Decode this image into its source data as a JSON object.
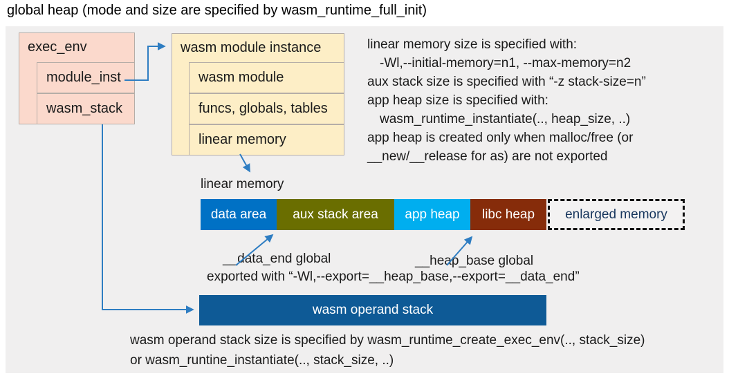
{
  "title": "global heap (mode and size are specified by wasm_runtime_full_init)",
  "exec_env": {
    "header": "exec_env",
    "rows": [
      "module_inst",
      "wasm_stack"
    ]
  },
  "module_instance": {
    "header": "wasm module instance",
    "rows": [
      "wasm module",
      "funcs, globals, tables",
      "linear memory"
    ]
  },
  "info_lines": [
    "linear memory size is specified with:",
    "-Wl,--initial-memory=n1, --max-memory=n2",
    "aux stack size is specified with “-z stack-size=n”",
    "app heap size is specified with:",
    "wasm_runtime_instantiate(.., heap_size, ..)",
    "app heap is created only when malloc/free (or",
    "__new/__release for as) are not exported"
  ],
  "linear_memory": {
    "label": "linear memory",
    "segments": [
      {
        "label": "data area",
        "color": "#0071c5"
      },
      {
        "label": "aux stack area",
        "color": "#6a6e00"
      },
      {
        "label": "app heap",
        "color": "#00aeef"
      },
      {
        "label": "libc heap",
        "color": "#862c0a"
      },
      {
        "label": "enlarged memory",
        "color": "#f3f2f2",
        "text_color": "#17365d",
        "border_style": "dashed"
      }
    ],
    "data_end_label": "__data_end global",
    "heap_base_label": "__heap_base global",
    "export_note": "exported with “-Wl,--export=__heap_base,--export=__data_end”"
  },
  "operand_stack": {
    "label": "wasm operand stack",
    "color": "#0e5a96"
  },
  "footer_lines": [
    "wasm operand stack size is specified by wasm_runtime_create_exec_env(.., stack_size)",
    "or wasm_runtine_instantiate(.., stack_size, ..)"
  ],
  "colors": {
    "panel_bg": "#f0efef",
    "exec_env_fill": "#fbd9cc",
    "module_instance_fill": "#fdeec6",
    "box_border": "#b5ada7",
    "arrow": "#2e7dc2",
    "title_text": "#000000"
  }
}
